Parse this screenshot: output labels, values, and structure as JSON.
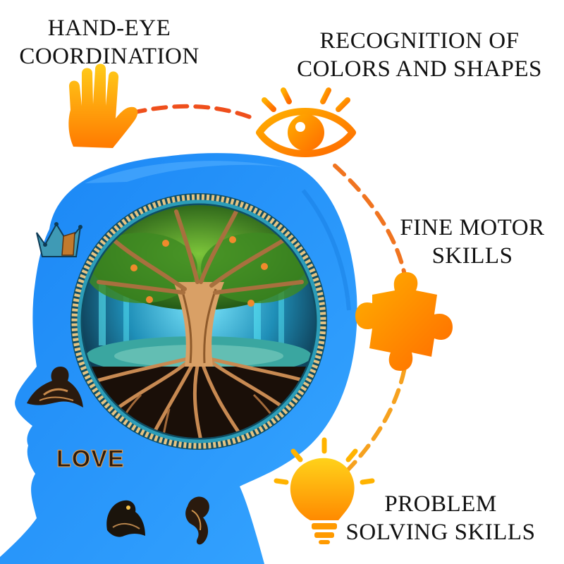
{
  "skills": [
    {
      "id": "hand",
      "lines": [
        "HAND-EYE",
        "COORDINATION"
      ],
      "icon": "hand-icon"
    },
    {
      "id": "colors",
      "lines": [
        "RECOGNITION OF",
        "COLORS AND SHAPES"
      ],
      "icon": "eye-icon"
    },
    {
      "id": "motor",
      "lines": [
        "FINE MOTOR",
        "SKILLS"
      ],
      "icon": "puzzle-piece-icon"
    },
    {
      "id": "problem",
      "lines": [
        "PROBLEM",
        "SOLVING SKILLS"
      ],
      "icon": "lightbulb-icon"
    }
  ],
  "head": {
    "word": "LOVE"
  },
  "colors": {
    "head_blue": "#1e90ff",
    "head_light": "#5ab4ff",
    "icon_orange": "#ff8c00",
    "icon_yellow": "#ffc400",
    "dash_red": "#ef4f1c",
    "dash_orange": "#f6a11e"
  }
}
